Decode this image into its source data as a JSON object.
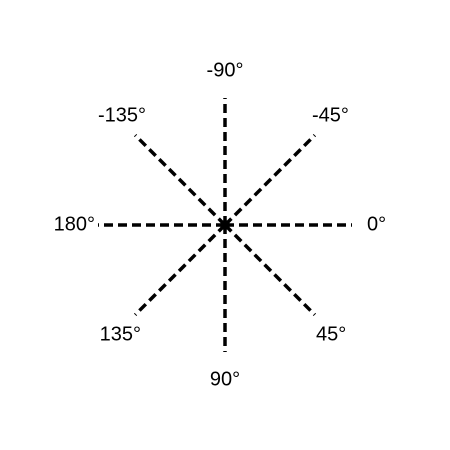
{
  "diagram": {
    "rays": [
      {
        "angle": 0,
        "label": "0°"
      },
      {
        "angle": 45,
        "label": "45°"
      },
      {
        "angle": 90,
        "label": "90°"
      },
      {
        "angle": 135,
        "label": "135°"
      },
      {
        "angle": 180,
        "label": "180°"
      },
      {
        "angle": -135,
        "label": "-135°"
      },
      {
        "angle": -90,
        "label": "-90°"
      },
      {
        "angle": -45,
        "label": "-45°"
      }
    ],
    "line_color": "#000000",
    "label_color": "#000000"
  }
}
